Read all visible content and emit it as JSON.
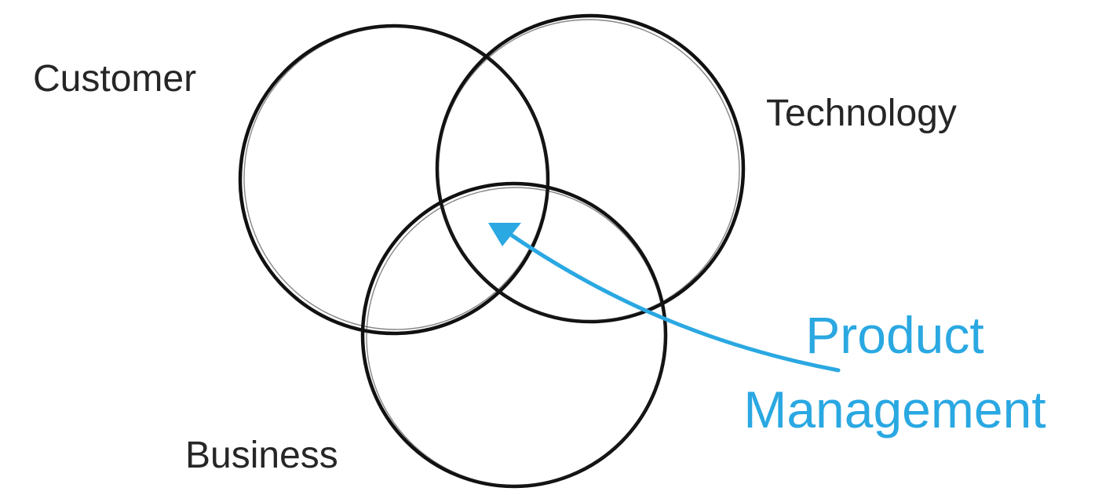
{
  "diagram": {
    "sets": {
      "customer": "Customer",
      "technology": "Technology",
      "business": "Business"
    },
    "intersection": {
      "line1": "Product",
      "line2": "Management"
    },
    "colors": {
      "circle_stroke": "#111111",
      "label_text": "#262626",
      "accent": "#2aa8e2"
    }
  }
}
